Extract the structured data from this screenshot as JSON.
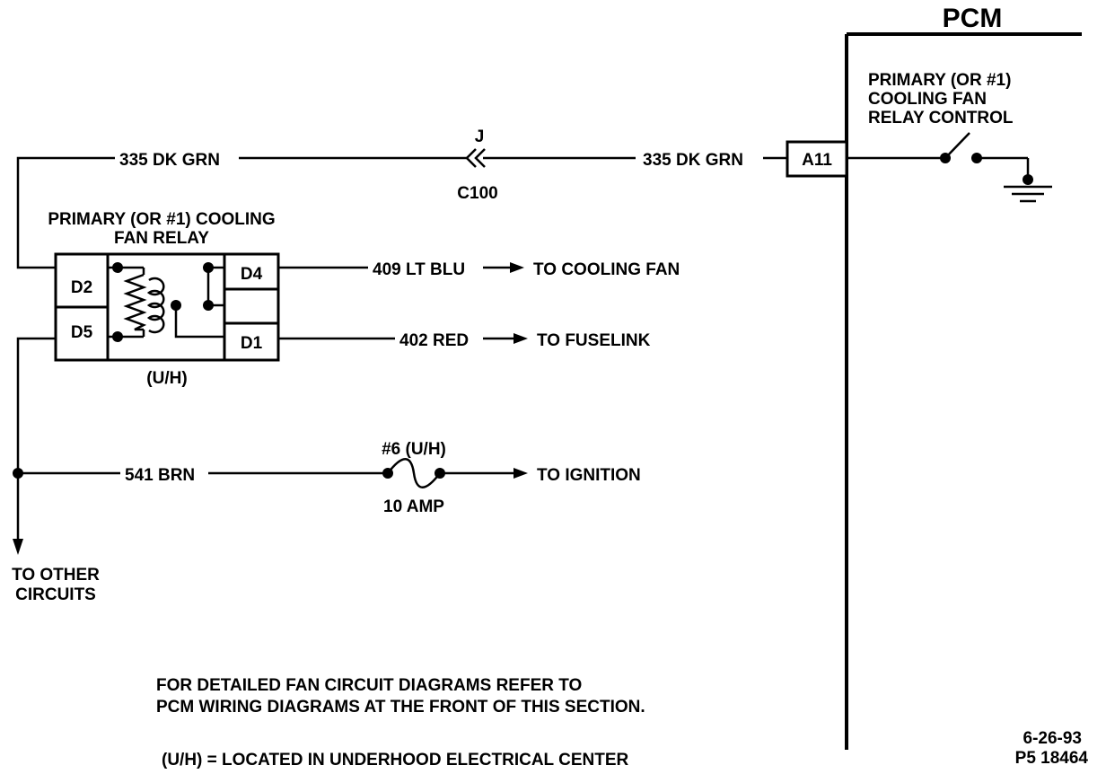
{
  "pcm": {
    "title": "PCM",
    "control_label": [
      "PRIMARY (OR #1)",
      "COOLING FAN",
      "RELAY CONTROL"
    ],
    "terminal": "A11"
  },
  "wires": {
    "top_left": "335 DK GRN",
    "top_right": "335 DK GRN",
    "fan": "409 LT BLU",
    "fuselink": "402 RED",
    "ignition": "541 BRN"
  },
  "connector": {
    "pin": "J",
    "name": "C100"
  },
  "relay": {
    "title": [
      "PRIMARY (OR #1) COOLING",
      "FAN RELAY"
    ],
    "pins": {
      "d2": "D2",
      "d5": "D5",
      "d4": "D4",
      "d1": "D1"
    },
    "location": "(U/H)"
  },
  "destinations": {
    "fan": "TO COOLING FAN",
    "fuselink": "TO FUSELINK",
    "ignition": "TO IGNITION",
    "other": [
      "TO OTHER",
      "CIRCUITS"
    ]
  },
  "fuse": {
    "name": "#6 (U/H)",
    "rating": "10 AMP"
  },
  "notes": {
    "detail": [
      "FOR DETAILED FAN CIRCUIT DIAGRAMS REFER TO",
      "PCM WIRING DIAGRAMS AT THE FRONT OF THIS SECTION."
    ],
    "legend": "(U/H) = LOCATED IN UNDERHOOD ELECTRICAL CENTER"
  },
  "footer": {
    "date": "6-26-93",
    "code": "P5 18464"
  }
}
